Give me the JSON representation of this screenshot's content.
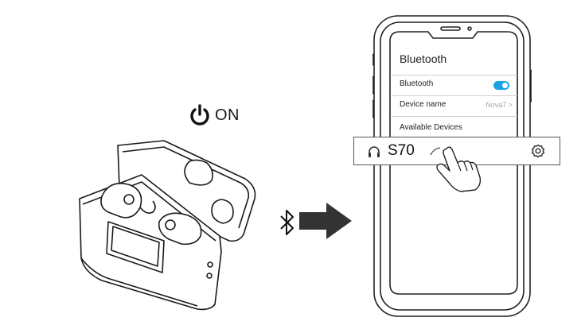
{
  "power": {
    "icon": "power-icon",
    "label": "ON"
  },
  "phone": {
    "screen_title": "Bluetooth",
    "bluetooth_row": {
      "label": "Bluetooth",
      "toggle_on": true,
      "toggle_color": "#1aa3e3"
    },
    "device_name_row": {
      "label": "Device name",
      "value": "Nova7 >"
    },
    "available_header": "Available Devices",
    "device": {
      "name": "S70",
      "icon": "headset-icon",
      "settings_icon": "gear-icon"
    }
  },
  "icons": {
    "bluetooth": "bluetooth-icon",
    "arrow": "right-arrow-icon",
    "hand": "pointing-hand-icon"
  }
}
